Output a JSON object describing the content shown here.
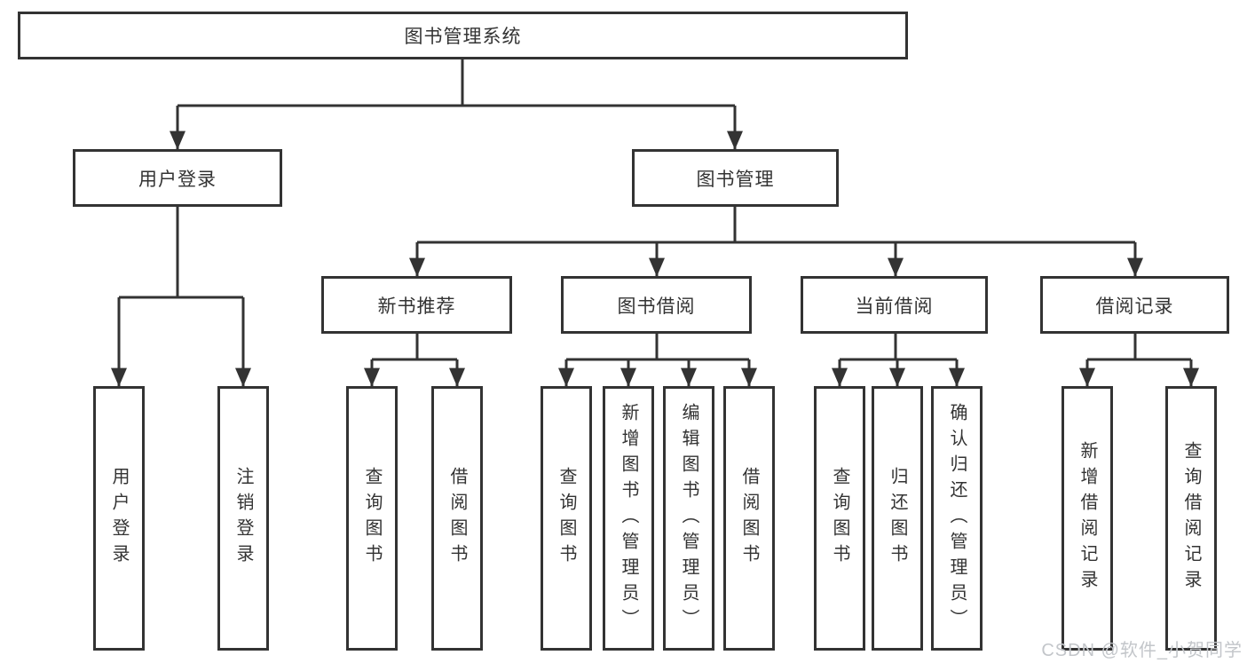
{
  "watermark": "CSDN @软件_小贺同学",
  "colors": {
    "line": "#333333",
    "box_border": "#333333",
    "text": "#333333",
    "watermark": "#c3c6ca",
    "background": "#ffffff"
  },
  "diagram": {
    "root": {
      "label": "图书管理系统",
      "children": [
        {
          "label": "用户登录",
          "children": [
            {
              "label": "用户登录"
            },
            {
              "label": "注销登录"
            }
          ]
        },
        {
          "label": "图书管理",
          "children": [
            {
              "label": "新书推荐",
              "children": [
                {
                  "label": "查询图书"
                },
                {
                  "label": "借阅图书"
                }
              ]
            },
            {
              "label": "图书借阅",
              "children": [
                {
                  "label": "查询图书"
                },
                {
                  "label": "新增图书（管理员）"
                },
                {
                  "label": "编辑图书（管理员）"
                },
                {
                  "label": "借阅图书"
                }
              ]
            },
            {
              "label": "当前借阅",
              "children": [
                {
                  "label": "查询图书"
                },
                {
                  "label": "归还图书"
                },
                {
                  "label": "确认归还（管理员）"
                }
              ]
            },
            {
              "label": "借阅记录",
              "children": [
                {
                  "label": "新增借阅记录"
                },
                {
                  "label": "查询借阅记录"
                }
              ]
            }
          ]
        }
      ]
    }
  }
}
